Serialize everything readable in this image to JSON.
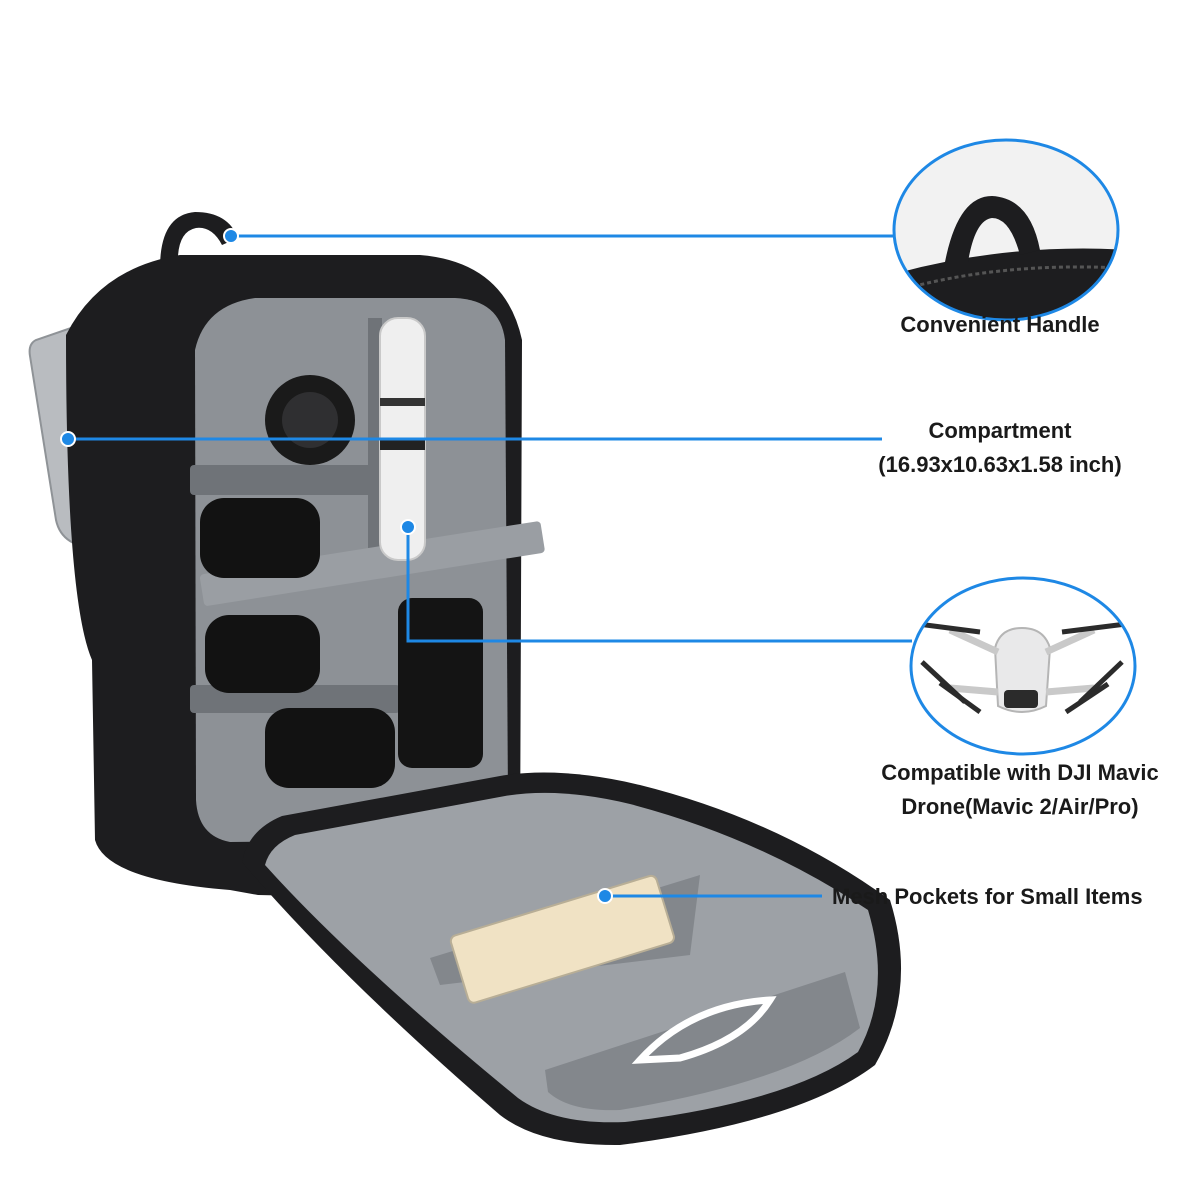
{
  "colors": {
    "accent": "#1e88e5",
    "bag": "#1d1d1f",
    "lining": "#8d9196",
    "background": "#ffffff"
  },
  "callouts": {
    "handle": {
      "label": "Convenient Handle"
    },
    "compartment": {
      "line1": "Compartment",
      "line2": "(16.93x10.63x1.58 inch)"
    },
    "drone": {
      "line1": "Compatible with DJI Mavic",
      "line2": "Drone(Mavic 2/Air/Pro)"
    },
    "pockets": {
      "label": "Mesh Pockets for Small Items"
    }
  },
  "icons": [
    "handle-detail-image",
    "drone-detail-image",
    "camera-backpack-image"
  ]
}
